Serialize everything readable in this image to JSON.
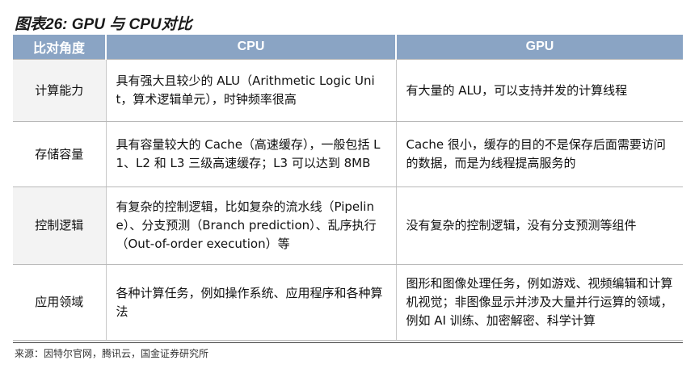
{
  "figure_title": "图表26: GPU 与 CPU对比",
  "table": {
    "headers": [
      "比对角度",
      "CPU",
      "GPU"
    ],
    "rows": [
      {
        "aspect": "计算能力",
        "cpu": "具有强大且较少的 ALU（Arithmetic Logic Unit，算术逻辑单元），时钟频率很高",
        "gpu": "有大量的 ALU，可以支持并发的计算线程"
      },
      {
        "aspect": "存储容量",
        "cpu": "具有容量较大的 Cache（高速缓存），一般包括 L1、L2 和 L3 三级高速缓存；L3 可以达到 8MB",
        "gpu": "Cache 很小，缓存的目的不是保存后面需要访问的数据，而是为线程提高服务的"
      },
      {
        "aspect": "控制逻辑",
        "cpu": "有复杂的控制逻辑，比如复杂的流水线（Pipeline）、分支预测（Branch prediction）、乱序执行（Out-of-order execution）等",
        "gpu": "没有复杂的控制逻辑，没有分支预测等组件"
      },
      {
        "aspect": "应用领域",
        "cpu": "各种计算任务，例如操作系统、应用程序和各种算法",
        "gpu": "图形和图像处理任务，例如游戏、视频编辑和计算机视觉；非图像显示并涉及大量并行运算的领域，例如 AI 训练、加密解密、科学计算"
      }
    ]
  },
  "source_note": "来源：因特尔官网，腾讯云，国金证券研究所",
  "colors": {
    "header_bg": "#8aa4c4",
    "header_text": "#ffffff",
    "title_rule": "#2c4a73",
    "aspect_cell_bg": "#f3f3f3"
  }
}
